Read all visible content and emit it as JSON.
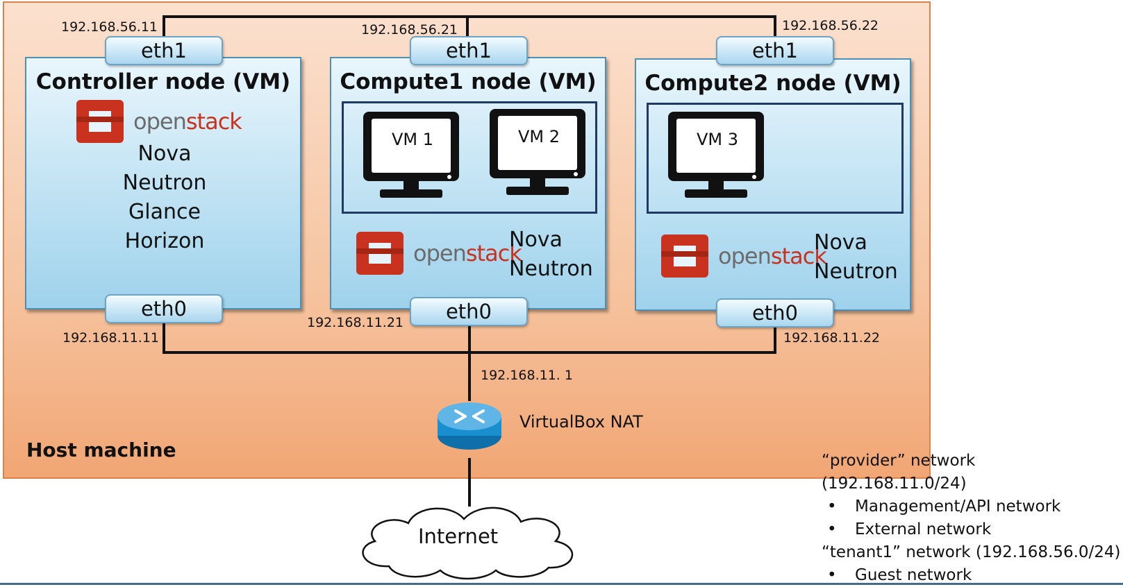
{
  "host_label": "Host machine",
  "nodes": {
    "controller": {
      "title": "Controller node (VM)",
      "eth1": "eth1",
      "eth0": "eth0",
      "eth1_ip": "192.168.56.11",
      "eth0_ip": "192.168.11.11",
      "logo_a": "open",
      "logo_b": "stack",
      "services": [
        "Nova",
        "Neutron",
        "Glance",
        "Horizon"
      ]
    },
    "compute1": {
      "title": "Compute1 node (VM)",
      "eth1": "eth1",
      "eth0": "eth0",
      "eth1_ip": "192.168.56.21",
      "eth0_ip": "192.168.11.21",
      "vms": [
        "VM 1",
        "VM 2"
      ],
      "logo_a": "open",
      "logo_b": "stack",
      "services": [
        "Nova",
        "Neutron"
      ]
    },
    "compute2": {
      "title": "Compute2 node (VM)",
      "eth1": "eth1",
      "eth0": "eth0",
      "eth1_ip": "192.168.56.22",
      "eth0_ip": "192.168.11.22",
      "vms": [
        "VM 3"
      ],
      "logo_a": "open",
      "logo_b": "stack",
      "services": [
        "Nova",
        "Neutron"
      ]
    }
  },
  "gateway_ip": "192.168.11. 1",
  "router_label": "VirtualBox NAT",
  "internet_label": "Internet",
  "legend": {
    "provider": "“provider” network (192.168.11.0/24)",
    "provider_items": [
      "Management/API network",
      "External network"
    ],
    "tenant": "“tenant1” network (192.168.56.0/24)",
    "tenant_items": [
      "Guest network"
    ]
  },
  "colors": {
    "host_fill": "#f6c4a0",
    "node_fill": "#bfe2f3",
    "openstack_red": "#c8321e",
    "router_blue": "#1a8fd0"
  }
}
